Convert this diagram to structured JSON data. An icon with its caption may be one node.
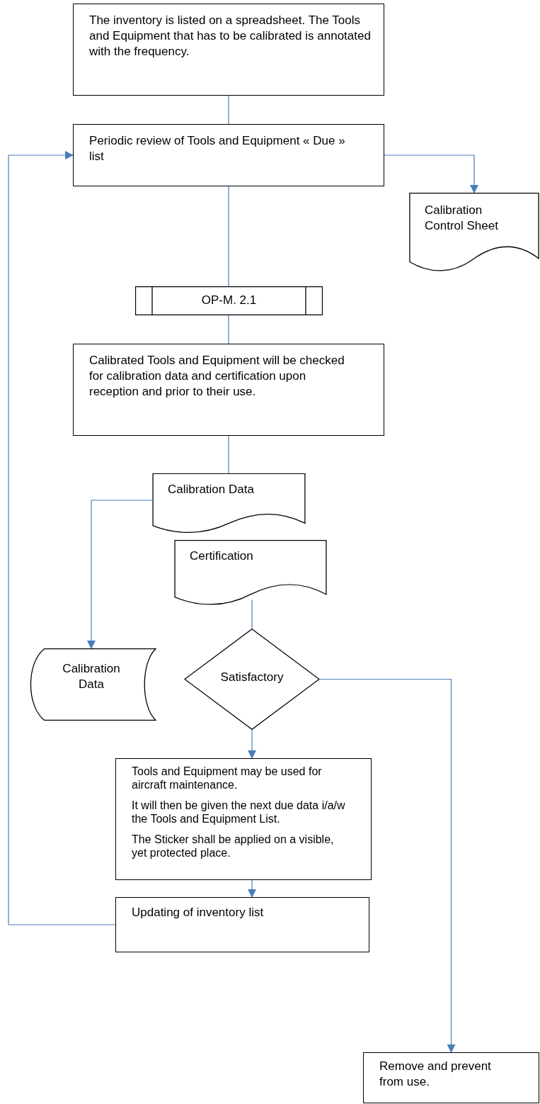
{
  "diagram": {
    "nodes": [
      {
        "text": [
          "The inventory is listed on a spreadsheet. The Tools and Equipment that has to be calibrated is annotated with the frequency."
        ]
      },
      {
        "text": [
          "Periodic review of Tools and Equipment « Due » list"
        ]
      },
      {
        "text": [
          "Calibration Control Sheet"
        ]
      },
      {
        "text": [
          "OP-M. 2.1"
        ]
      },
      {
        "text": [
          "Calibrated Tools and Equipment will be checked for calibration data and certification upon reception and prior to their use."
        ]
      },
      {
        "text": [
          "Calibration Data"
        ]
      },
      {
        "text": [
          "Certification"
        ]
      },
      {
        "text": [
          "Calibration Data"
        ]
      },
      {
        "text": [
          "Satisfactory"
        ]
      },
      {
        "text": [
          "Tools and Equipment may be used for aircraft maintenance.",
          "It will then be given the next due data i/a/w the Tools and Equipment List.",
          "The Sticker shall be applied on a visible, yet protected place."
        ]
      },
      {
        "text": [
          "Updating of inventory list"
        ]
      },
      {
        "text": [
          "Remove and prevent from use."
        ]
      }
    ],
    "edges": [
      {
        "from": 0,
        "to": 1,
        "arrow": "none"
      },
      {
        "from": 1,
        "to": 2,
        "arrow": "to"
      },
      {
        "from": 1,
        "to": 3,
        "arrow": "none"
      },
      {
        "from": 3,
        "to": 4,
        "arrow": "none"
      },
      {
        "from": 4,
        "to": 5,
        "arrow": "none"
      },
      {
        "from": 5,
        "to": 7,
        "arrow": "to"
      },
      {
        "from": 6,
        "to": 8,
        "arrow": "none"
      },
      {
        "from": 8,
        "to": 9,
        "arrow": "to"
      },
      {
        "from": 8,
        "to": 11,
        "arrow": "to"
      },
      {
        "from": 9,
        "to": 10,
        "arrow": "to"
      },
      {
        "from": 10,
        "to": 1,
        "arrow": "to"
      }
    ]
  }
}
